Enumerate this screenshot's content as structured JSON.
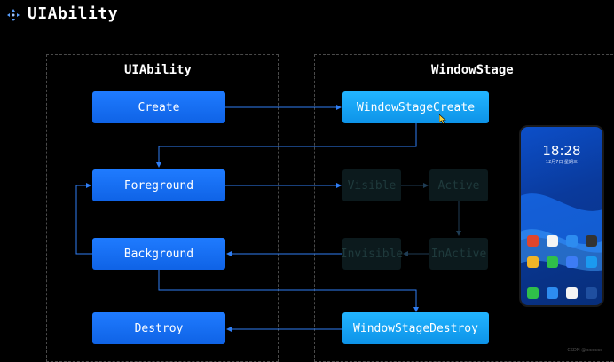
{
  "page": {
    "title": "UIAbility"
  },
  "panels": {
    "uiability": {
      "title": "UIAbility"
    },
    "windowstage": {
      "title": "WindowStage"
    }
  },
  "uiability_states": {
    "create": "Create",
    "foreground": "Foreground",
    "background": "Background",
    "destroy": "Destroy"
  },
  "windowstage_states": {
    "create": "WindowStageCreate",
    "visible": "Visible",
    "active": "Active",
    "inactive": "InActive",
    "invisible": "Invisible",
    "destroy": "WindowStageDestroy"
  },
  "phone": {
    "time": "18:28",
    "date": "12月7日 星期三"
  },
  "watermark": "CSDN @xxxxxx",
  "colors": {
    "uiability_node": "#1670f5",
    "windowstage_node": "#16a4f5",
    "arrow": "#2f7ef5",
    "inactive_node": "#0c1a1d",
    "background": "#000000"
  }
}
